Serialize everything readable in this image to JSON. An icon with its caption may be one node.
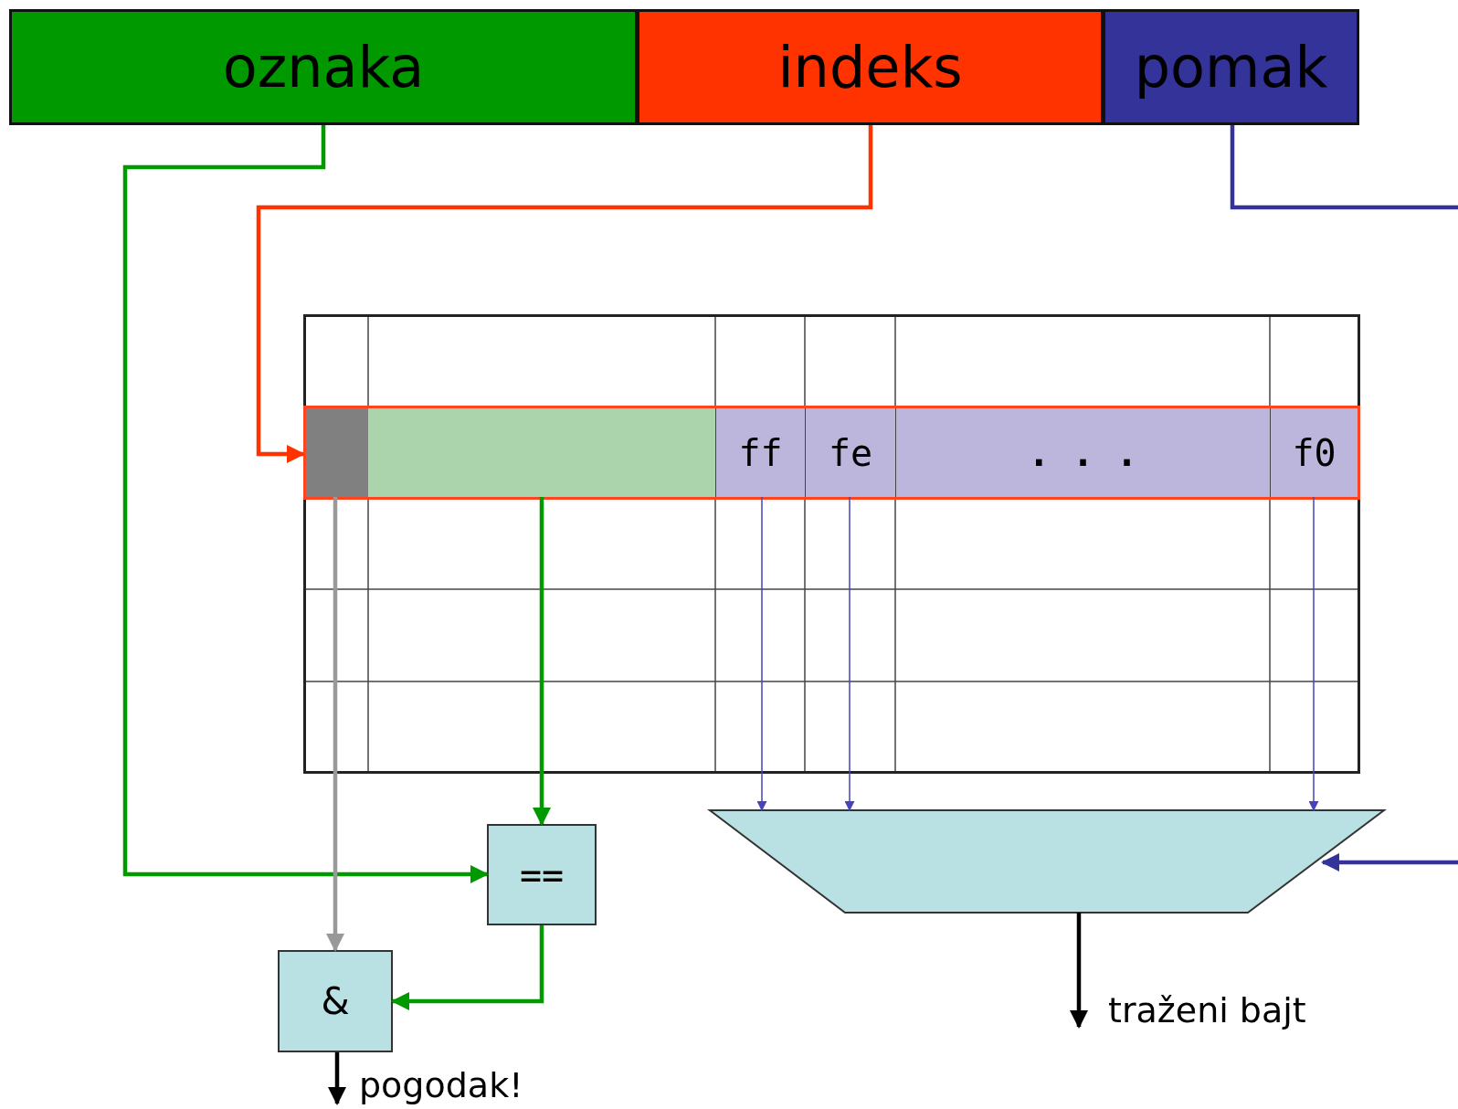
{
  "diagram": {
    "nodes": [
      {
        "text": [
          "oznaka"
        ]
      },
      {
        "text": [
          "indeks"
        ]
      },
      {
        "text": [
          "pomak"
        ]
      },
      {
        "text": [],
        "shape": "box"
      },
      {
        "text": [],
        "shape": "box",
        "in": 3
      },
      {
        "text": [],
        "shape": "box",
        "in": 4
      },
      {
        "text": [],
        "shape": "box",
        "in": 4
      },
      {
        "text": [
          "ff"
        ],
        "in": 4
      },
      {
        "text": [
          "fe"
        ],
        "in": 4
      },
      {
        "text": [
          ". . ."
        ],
        "in": 4
      },
      {
        "text": [
          "f0"
        ],
        "in": 4
      },
      {
        "text": [
          "=="
        ]
      },
      {
        "text": [
          "&"
        ]
      },
      {
        "text": [],
        "shape": "trapezoid"
      },
      {
        "text": [
          "pogodak!"
        ]
      },
      {
        "text": [
          "traženi bajt"
        ]
      }
    ],
    "edges": [
      {
        "from": 0,
        "to": 11,
        "arrow": "to",
        "color": "#009900"
      },
      {
        "from": 1,
        "to": 4,
        "arrow": "to",
        "color": "#ff3300"
      },
      {
        "from": 2,
        "to": null,
        "arrow": "none",
        "color": "#333399"
      },
      {
        "from": null,
        "to": 13,
        "arrow": "to",
        "color": "#333399"
      },
      {
        "from": 5,
        "to": 12,
        "arrow": "to",
        "color": "#999999"
      },
      {
        "from": 6,
        "to": 11,
        "arrow": "to",
        "color": "#009900"
      },
      {
        "from": 7,
        "to": 13,
        "arrow": "to",
        "color": "#4444bb"
      },
      {
        "from": 8,
        "to": 13,
        "arrow": "to",
        "color": "#4444bb"
      },
      {
        "from": 10,
        "to": 13,
        "arrow": "to",
        "color": "#4444bb"
      },
      {
        "from": 11,
        "to": 12,
        "arrow": "to",
        "color": "#009900"
      },
      {
        "from": 12,
        "to": 14,
        "arrow": "to",
        "color": "#000000"
      },
      {
        "from": 13,
        "to": 15,
        "arrow": "to",
        "color": "#000000"
      }
    ]
  }
}
